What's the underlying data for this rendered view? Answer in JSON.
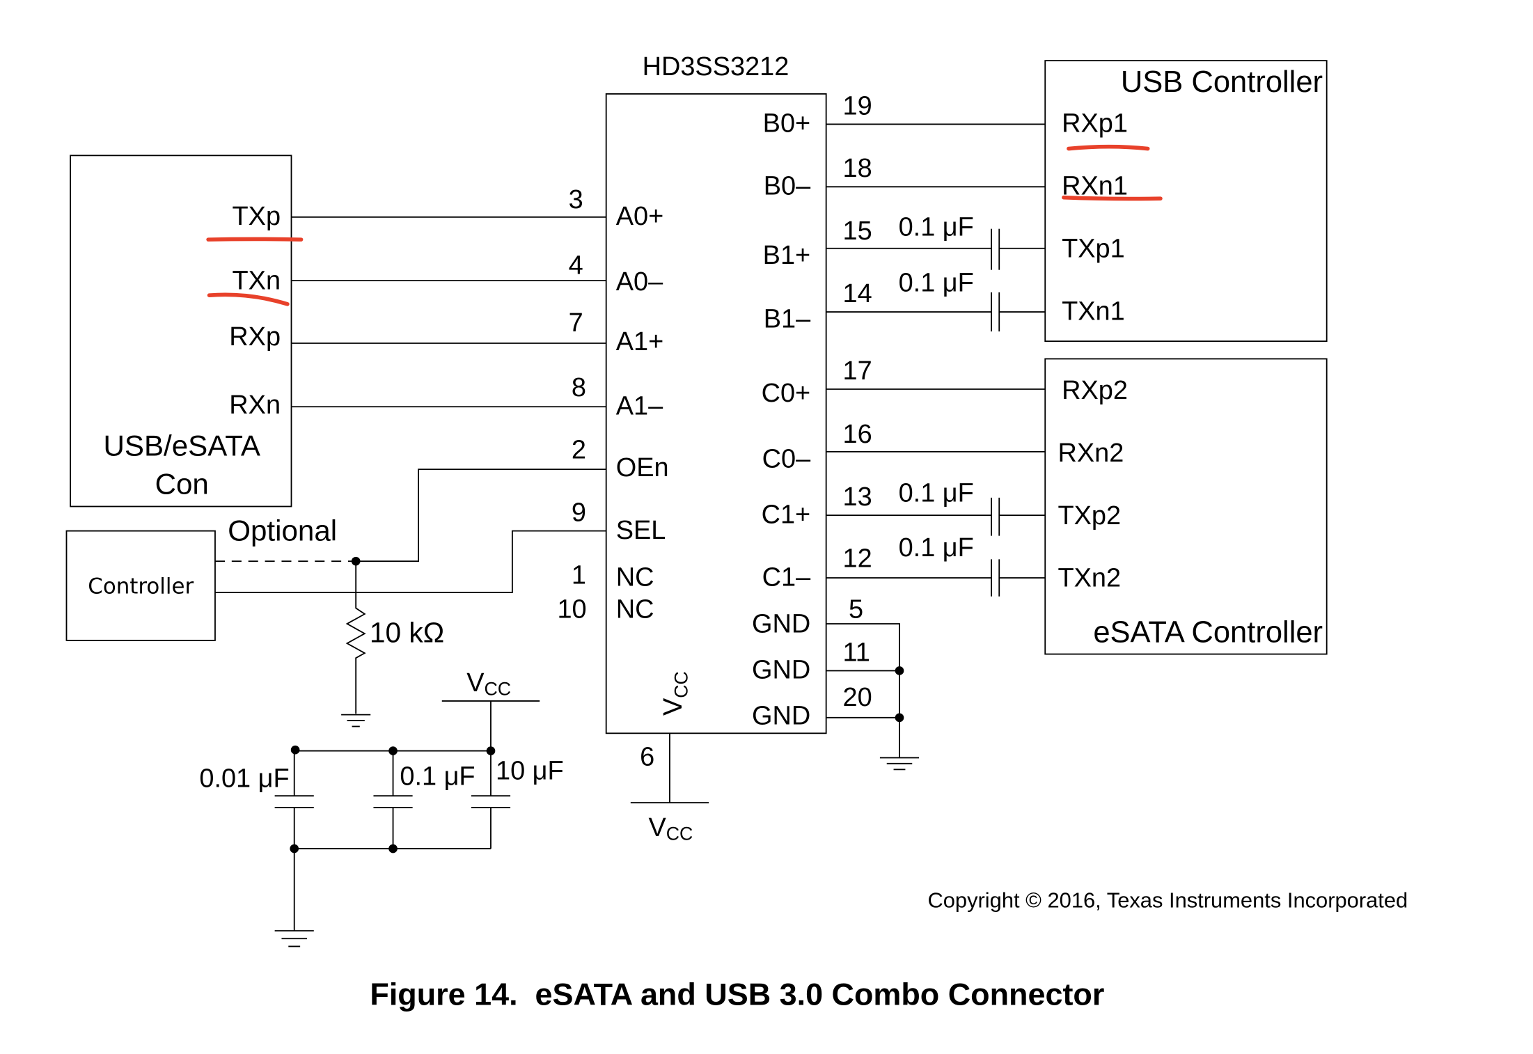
{
  "figure": {
    "caption": "Figure 14.  eSATA and USB 3.0 Combo Connector",
    "copyright": "Copyright © 2016, Texas Instruments Incorporated"
  },
  "chip": {
    "name": "HD3SS3212",
    "vcc_label": "V",
    "vcc_sub": "CC",
    "left_pins": [
      {
        "num": "3",
        "name": "A0+"
      },
      {
        "num": "4",
        "name": "A0–"
      },
      {
        "num": "7",
        "name": "A1+"
      },
      {
        "num": "8",
        "name": "A1–"
      },
      {
        "num": "2",
        "name": "OEn"
      },
      {
        "num": "9",
        "name": "SEL"
      },
      {
        "num": "1",
        "name": "NC"
      },
      {
        "num": "10",
        "name": "NC"
      }
    ],
    "right_pins": [
      {
        "num": "19",
        "name": "B0+"
      },
      {
        "num": "18",
        "name": "B0–"
      },
      {
        "num": "15",
        "name": "B1+"
      },
      {
        "num": "14",
        "name": "B1–"
      },
      {
        "num": "17",
        "name": "C0+"
      },
      {
        "num": "16",
        "name": "C0–"
      },
      {
        "num": "13",
        "name": "C1+"
      },
      {
        "num": "12",
        "name": "C1–"
      },
      {
        "num": "5",
        "name": "GND"
      },
      {
        "num": "11",
        "name": "GND"
      },
      {
        "num": "20",
        "name": "GND"
      }
    ],
    "bottom_pin": {
      "num": "6"
    }
  },
  "connector": {
    "title_line1": "USB/eSATA",
    "title_line2": "Con",
    "signals": [
      "TXp",
      "TXn",
      "RXp",
      "RXn"
    ]
  },
  "usb_controller": {
    "title": "USB Controller",
    "signals": [
      "RXp1",
      "RXn1",
      "TXp1",
      "TXn1"
    ]
  },
  "esata_controller": {
    "title": "eSATA Controller",
    "signals": [
      "RXp2",
      "RXn2",
      "TXp2",
      "TXn2"
    ]
  },
  "controller": {
    "title": "Controller",
    "optional_label": "Optional"
  },
  "components": {
    "ac_cap": "0.1 μF",
    "resistor": "10 kΩ",
    "decoupling": [
      "0.01 μF",
      "0.1 μF",
      "10 μF"
    ],
    "vcc": "V",
    "vcc_sub": "CC"
  },
  "annotations": {
    "highlight_color": "#e8412a",
    "highlighted_signals": [
      "TXp",
      "TXn",
      "RXp1",
      "RXn1"
    ]
  }
}
